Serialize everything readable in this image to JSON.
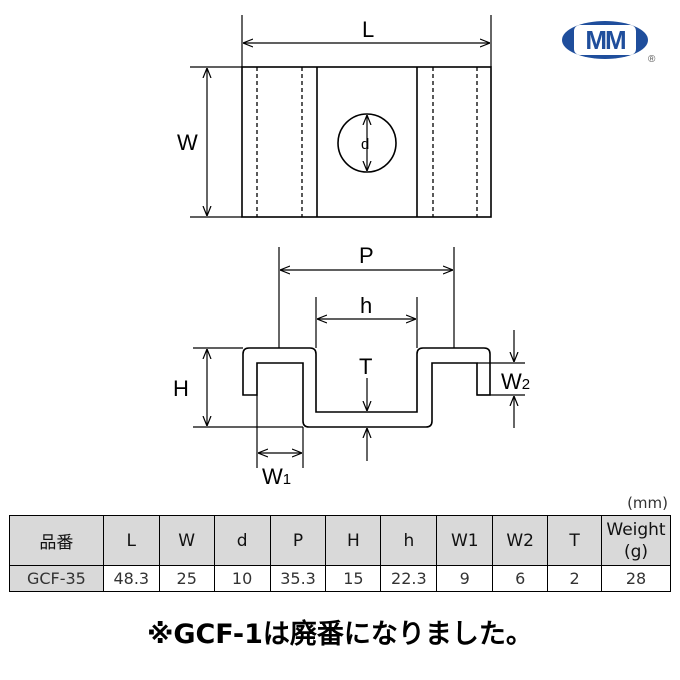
{
  "logo": {
    "text": "MM",
    "registered": "®",
    "color": "#1f4e9c"
  },
  "drawing": {
    "labels": {
      "L": "L",
      "W": "W",
      "d": "d",
      "P": "P",
      "h": "h",
      "T": "T",
      "H": "H",
      "W1": "W",
      "W1_sub": "1",
      "W2": "W",
      "W2_sub": "2"
    }
  },
  "table": {
    "unit": "(mm)",
    "headers": [
      "品番",
      "L",
      "W",
      "d",
      "P",
      "H",
      "h",
      "W1",
      "W2",
      "T",
      "Weight\n(g)"
    ],
    "header_weight_line1": "Weight",
    "header_weight_line2": "(g)",
    "rows": [
      [
        "GCF-35",
        "48.3",
        "25",
        "10",
        "35.3",
        "15",
        "22.3",
        "9",
        "6",
        "2",
        "28"
      ]
    ]
  },
  "note": "※GCF-1は廃番になりました。"
}
